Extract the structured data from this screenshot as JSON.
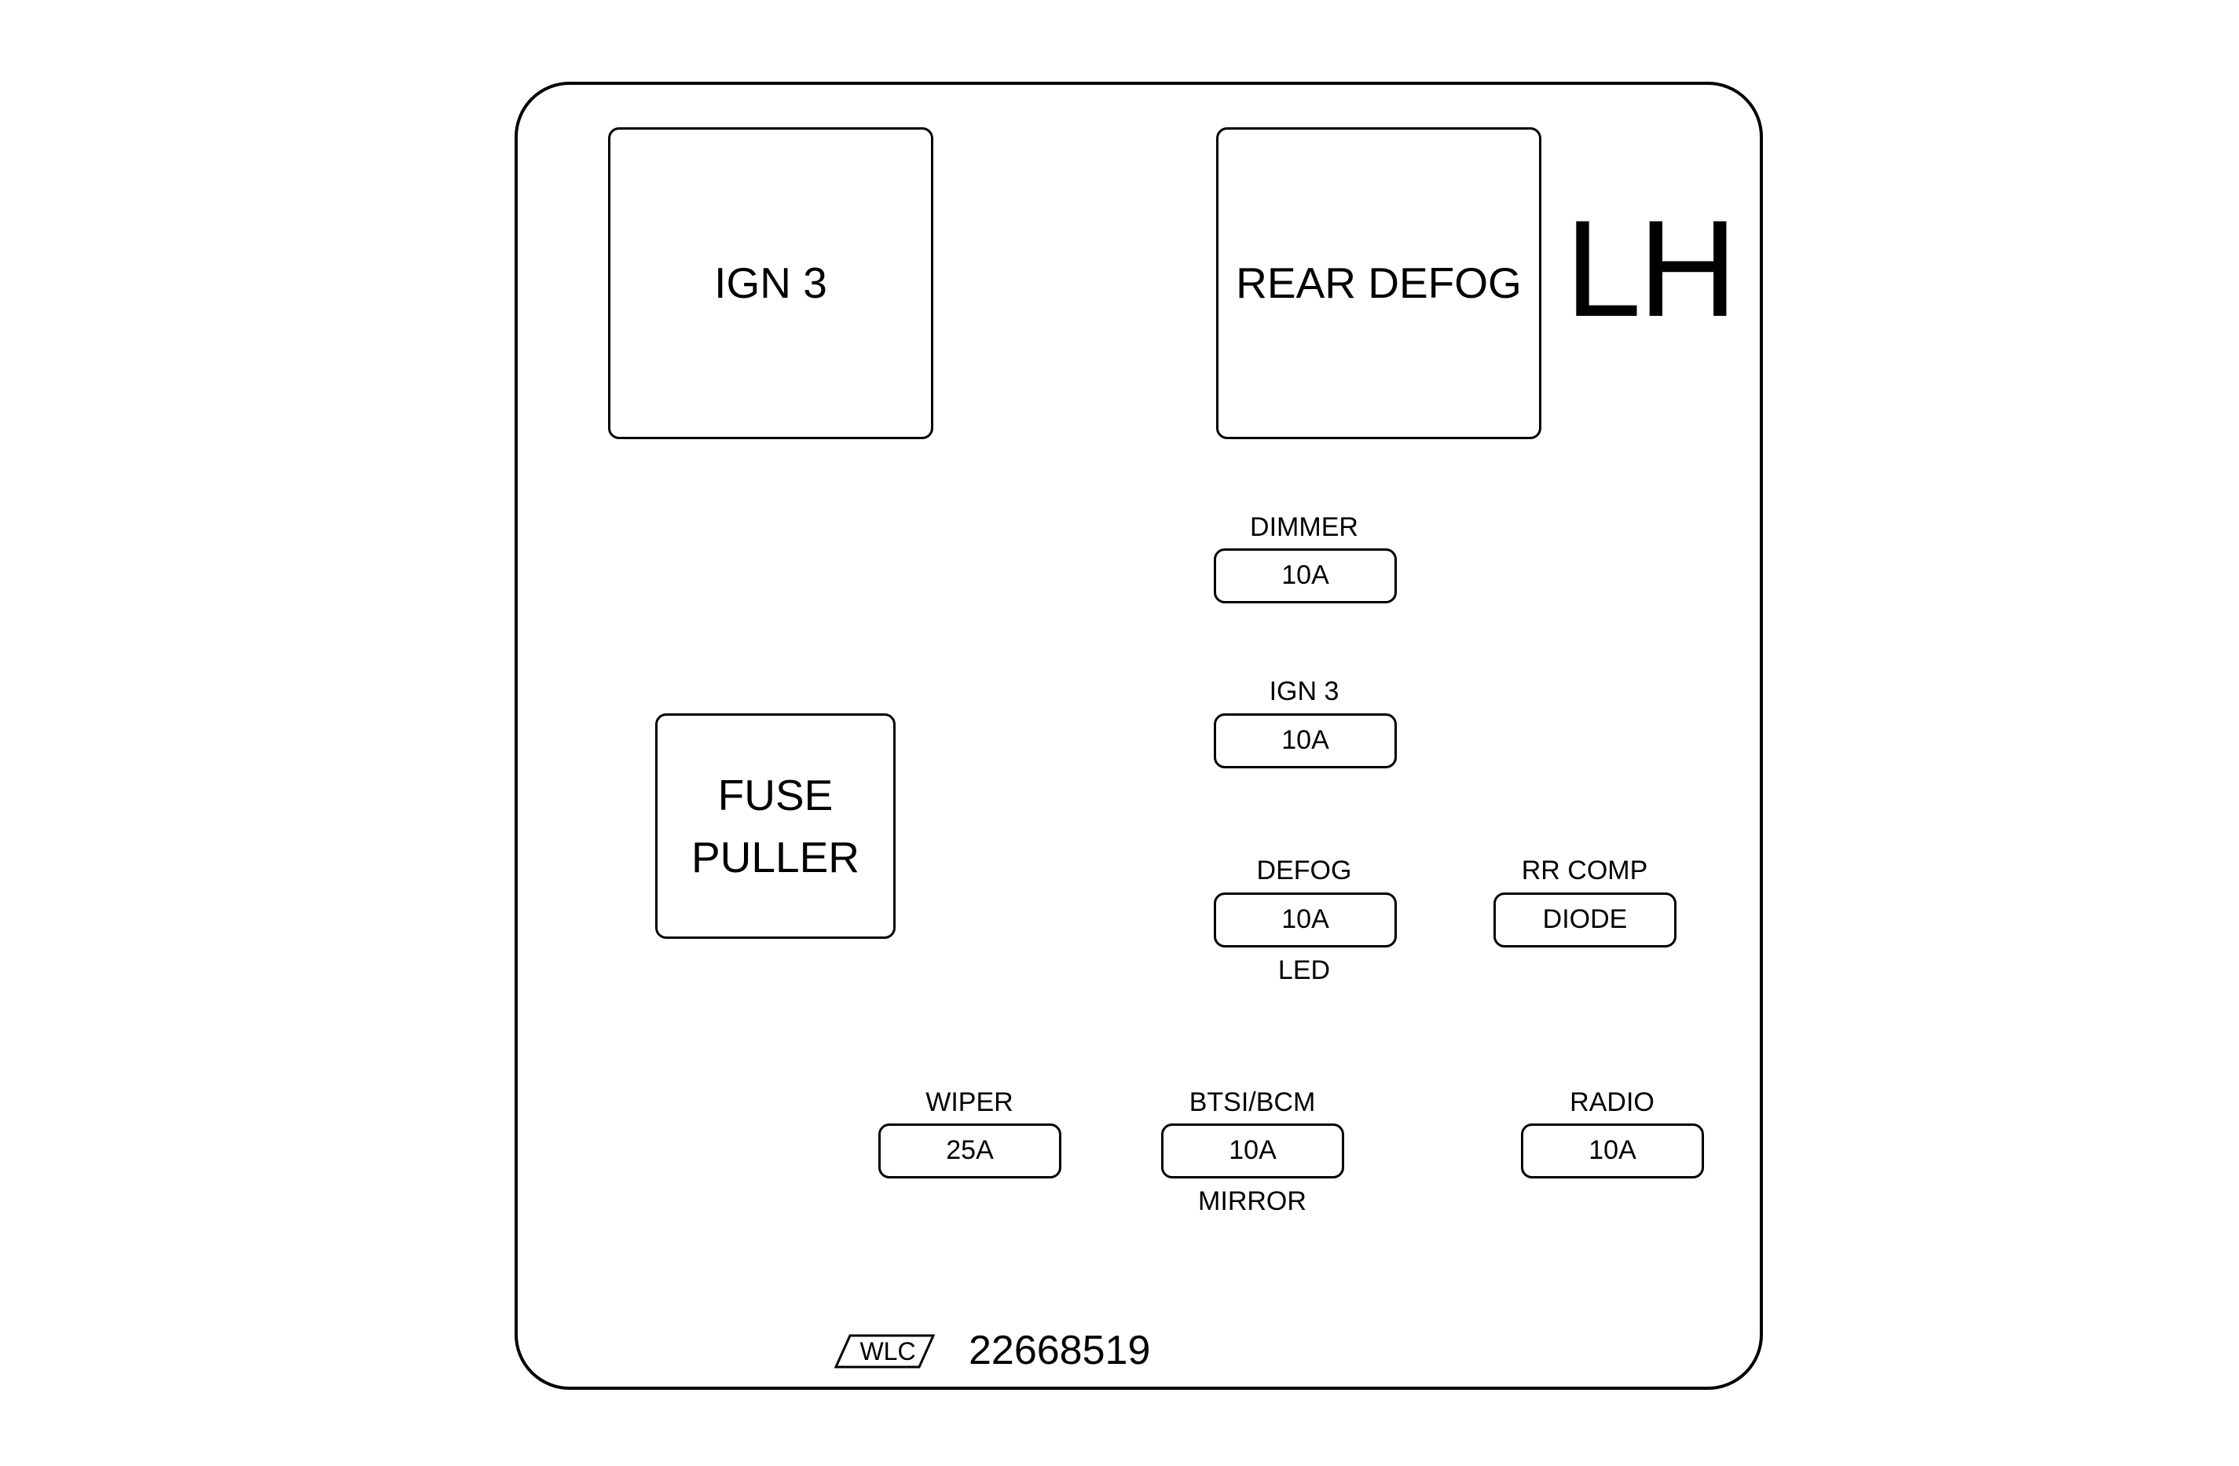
{
  "panel": {
    "side": "LH",
    "relays": {
      "ign3": "IGN 3",
      "rear_defog": "REAR DEFOG",
      "fuse_puller_line1": "FUSE",
      "fuse_puller_line2": "PULLER"
    },
    "fuses": {
      "dimmer": {
        "name": "DIMMER",
        "rating": "10A"
      },
      "ign3": {
        "name": "IGN 3",
        "rating": "10A"
      },
      "defog": {
        "name": "DEFOG",
        "rating": "10A",
        "sub": "LED"
      },
      "rr_comp": {
        "name": "RR COMP",
        "rating": "DIODE"
      },
      "wiper": {
        "name": "WIPER",
        "rating": "25A"
      },
      "btsi_bcm": {
        "name": "BTSI/BCM",
        "rating": "10A",
        "sub": "MIRROR"
      },
      "radio": {
        "name": "RADIO",
        "rating": "10A"
      }
    },
    "footer": {
      "logo": "WLC",
      "part_number": "22668519"
    }
  }
}
